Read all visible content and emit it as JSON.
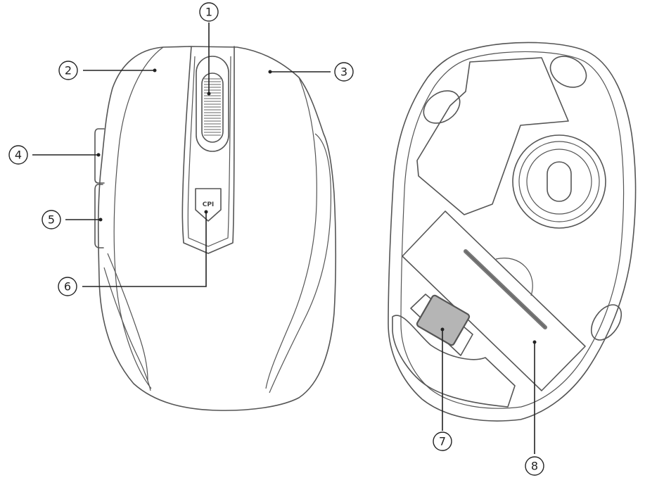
{
  "button_label": "CPI",
  "callouts": [
    {
      "id": "callout-1",
      "label": "1"
    },
    {
      "id": "callout-2",
      "label": "2"
    },
    {
      "id": "callout-3",
      "label": "3"
    },
    {
      "id": "callout-4",
      "label": "4"
    },
    {
      "id": "callout-5",
      "label": "5"
    },
    {
      "id": "callout-6",
      "label": "6"
    },
    {
      "id": "callout-7",
      "label": "7"
    },
    {
      "id": "callout-8",
      "label": "8"
    }
  ],
  "colors": {
    "outline": "#555555",
    "leader": "#222222",
    "switch_fill": "#b5b5b5",
    "slot": "#777777"
  }
}
